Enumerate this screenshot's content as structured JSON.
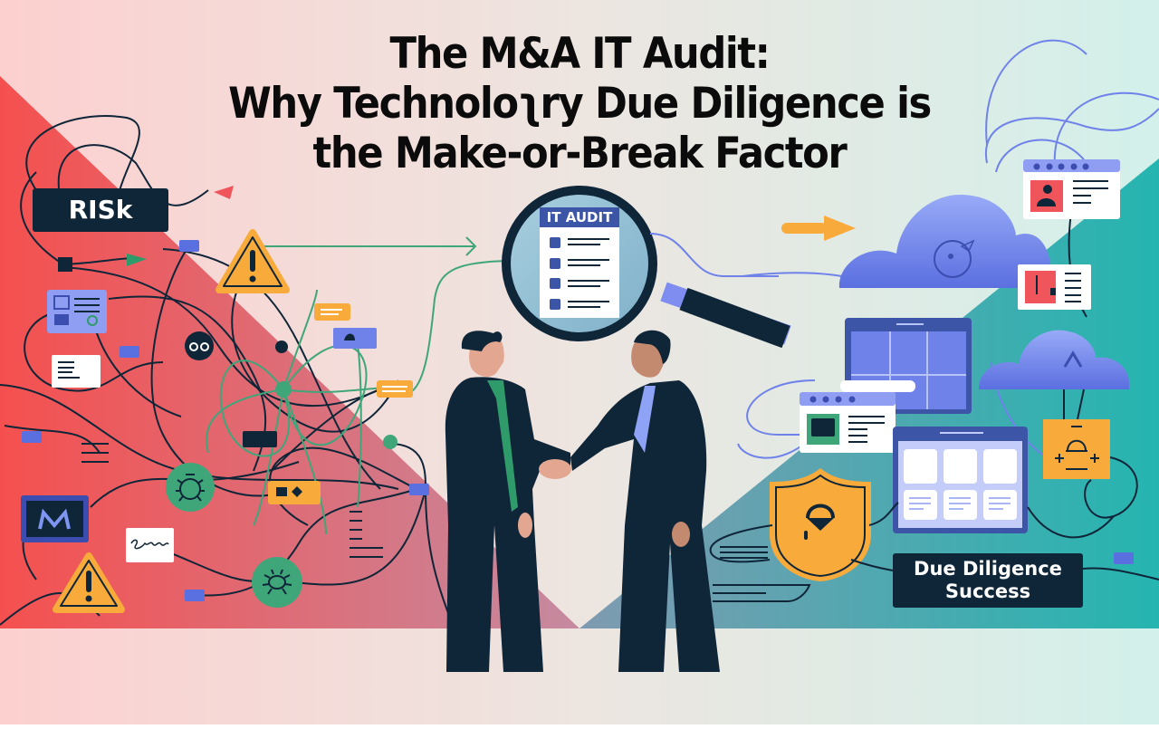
{
  "title": {
    "line1": "The M&A IT Audit:",
    "line2": "Why Technoloʅry Due Diligence is",
    "line3": "the Make-or-Break Factor"
  },
  "labels": {
    "risk": "RISk",
    "it_audit": "IT AUDIT",
    "due_diligence_line1": "Due Diligence",
    "due_diligence_line2": "Success"
  },
  "colors": {
    "risk_red": "#f5504f",
    "risk_red_light": "#f9d4d2",
    "success_teal": "#25b5b0",
    "success_teal_light": "#d3f0ea",
    "navy": "#0f2538",
    "warning_orange": "#f8aa3a",
    "cloud_blue": "#6f82ea",
    "node_green": "#3fa67a",
    "tie_green": "#2f9a6a",
    "tie_blue": "#8ea3f5"
  },
  "icons": {
    "left": [
      "warning-triangle-icon",
      "bug-icon",
      "document-card-icon",
      "monitor-icon",
      "signature-card-icon",
      "robot-face-icon",
      "arrow-head-icon"
    ],
    "center": [
      "magnifying-glass-icon",
      "checklist-icon",
      "handshake-figures"
    ],
    "right": [
      "cloud-icon",
      "browser-window-icon",
      "dashboard-map-icon",
      "security-shield-icon",
      "network-box-icon",
      "arrow-right-icon"
    ]
  }
}
